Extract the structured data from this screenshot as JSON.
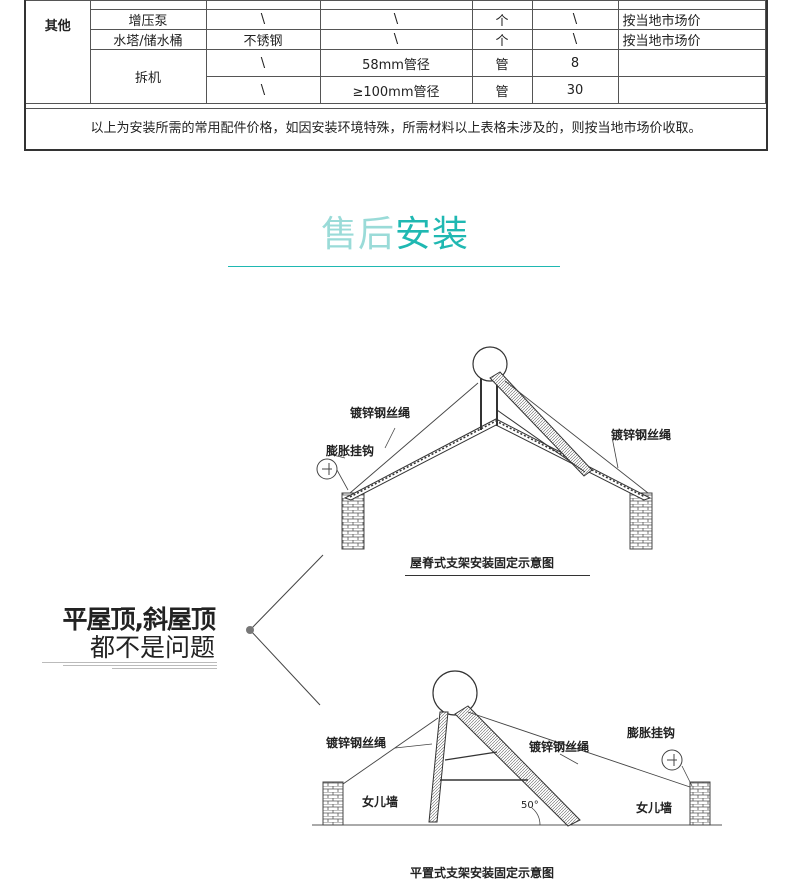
{
  "table": {
    "category": "其他",
    "rows": [
      {
        "item": "增压泵",
        "material": "\\",
        "spec": "\\",
        "unit": "个",
        "price": "\\",
        "note": "按当地市场价"
      },
      {
        "item": "水塔/储水桶",
        "material": "不锈钢",
        "spec": "\\",
        "unit": "个",
        "price": "\\",
        "note": "按当地市场价"
      }
    ],
    "removal": {
      "item": "拆机",
      "rows": [
        {
          "material": "\\",
          "spec": "58mm管径",
          "unit": "管",
          "price": "8",
          "note": ""
        },
        {
          "material": "\\",
          "spec": "≥100mm管径",
          "unit": "管",
          "price": "30",
          "note": ""
        }
      ]
    },
    "footnote": "以上为安装所需的常用配件价格，如因安装环境特殊，所需材料以上表格未涉及的，则按当地市场价收取。"
  },
  "heading": {
    "part1": "售后",
    "part2": "安装"
  },
  "colors": {
    "teal": "#1fb8b2",
    "light_teal": "#9adbd8"
  },
  "promo": {
    "line1": "平屋顶,斜屋顶",
    "line2": "都不是问题"
  },
  "diagram_ridge": {
    "caption": "屋脊式支架安装固定示意图",
    "label_wire_left": "镀锌钢丝绳",
    "label_wire_right": "镀锌钢丝绳",
    "label_hook": "膨胀挂钩"
  },
  "diagram_flat": {
    "caption": "平置式支架安装固定示意图",
    "label_wire_left": "镀锌钢丝绳",
    "label_wire_right": "镀锌钢丝绳",
    "label_hook": "膨胀挂钩",
    "label_wall_left": "女儿墙",
    "label_wall_right": "女儿墙",
    "angle": "50°"
  }
}
